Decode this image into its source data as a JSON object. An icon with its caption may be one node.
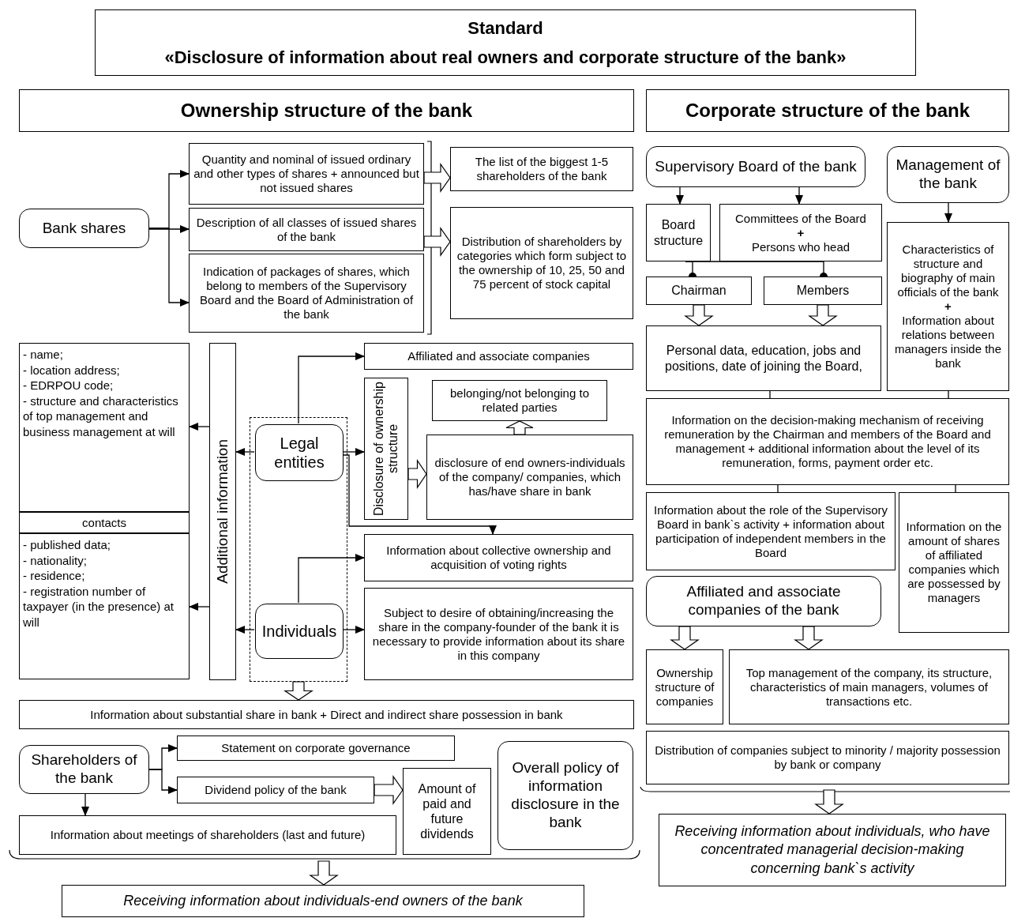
{
  "diagram": {
    "nodes": [
      {
        "text": [
          "Standard",
          "«Disclosure of information about real owners and corporate structure of the bank»"
        ]
      },
      {
        "text": [
          "Ownership structure of the bank"
        ]
      },
      {
        "text": [
          "Corporate structure of the bank"
        ]
      },
      {
        "text": [
          "Bank shares"
        ]
      },
      {
        "text": [
          "Quantity and nominal of issued ordinary and other types of shares + announced but not issued shares"
        ]
      },
      {
        "text": [
          "Description of all classes of issued shares of the bank"
        ]
      },
      {
        "text": [
          "Indication of packages of shares, which belong to members of the Supervisory Board and the Board of Administration of the bank"
        ]
      },
      {
        "text": [
          "The list of the biggest 1-5 shareholders of the bank"
        ]
      },
      {
        "text": [
          "Distribution of shareholders by categories which form subject to the ownership of 10, 25, 50 and 75 percent of stock capital"
        ]
      },
      {
        "text": [
          "- name;",
          "- location address;",
          "- EDRPOU code;",
          "- structure and characteristics of top management and business management at will"
        ]
      },
      {
        "text": [
          "contacts"
        ]
      },
      {
        "text": [
          "- published data;",
          "- nationality;",
          "- residence;",
          "- registration number of taxpayer (in the presence) at will"
        ]
      },
      {
        "text": [
          "Additional information"
        ]
      },
      {
        "text": [],
        "shape": "box"
      },
      {
        "text": [
          "Legal entities"
        ],
        "in": 13
      },
      {
        "text": [
          "Individuals"
        ],
        "in": 13
      },
      {
        "text": [
          "Affiliated and associate companies"
        ]
      },
      {
        "text": [
          "Disclosure of ownership structure"
        ]
      },
      {
        "text": [
          "belonging/not belonging to related parties"
        ]
      },
      {
        "text": [
          "disclosure of end owners-individuals of the company/ companies, which has/have share in bank"
        ]
      },
      {
        "text": [
          "Information about collective ownership and acquisition of voting rights"
        ]
      },
      {
        "text": [
          "Subject to desire of obtaining/increasing the share in the company-founder of the bank it is necessary to provide information about its share in this company"
        ]
      },
      {
        "text": [
          "Information about substantial share in bank + Direct and indirect share possession in bank"
        ]
      },
      {
        "text": [
          "Shareholders of the bank"
        ]
      },
      {
        "text": [
          "Statement on corporate governance"
        ]
      },
      {
        "text": [
          "Dividend policy of the bank"
        ]
      },
      {
        "text": [
          "Amount of paid and future dividends"
        ]
      },
      {
        "text": [
          "Overall policy of information disclosure in the bank"
        ]
      },
      {
        "text": [
          "Information about meetings of shareholders (last and future)"
        ]
      },
      {
        "text": [
          "Receiving information about individuals-end owners of the bank"
        ]
      },
      {
        "text": [
          "Supervisory Board of the bank"
        ]
      },
      {
        "text": [
          "Management of the bank"
        ]
      },
      {
        "text": [
          "Board structure"
        ]
      },
      {
        "text": [
          "Committees of the Board",
          "+",
          "Persons who head"
        ]
      },
      {
        "text": [
          "Chairman"
        ]
      },
      {
        "text": [
          "Members"
        ]
      },
      {
        "text": [
          "Personal data, education, jobs and positions, date of joining the Board,"
        ]
      },
      {
        "text": [
          "Characteristics of structure and biography of main officials of the bank",
          "+",
          "Information about relations between managers inside the bank"
        ]
      },
      {
        "text": [
          "Information on the decision-making mechanism of receiving remuneration by the Chairman and members of the Board and management + additional information about the level of its remuneration, forms, payment order etc."
        ]
      },
      {
        "text": [
          "Information about the role of the Supervisory Board in bank`s activity + information about participation of independent members in the Board"
        ]
      },
      {
        "text": [
          "Information on the amount of shares of affiliated companies which are possessed by managers"
        ]
      },
      {
        "text": [
          "Affiliated and associate companies of the bank"
        ]
      },
      {
        "text": [
          "Ownership structure of companies"
        ]
      },
      {
        "text": [
          "Top management of the company, its structure, characteristics of main managers, volumes of transactions etc."
        ]
      },
      {
        "text": [
          "Distribution of companies subject to minority / majority possession by bank or company"
        ]
      },
      {
        "text": [
          "Receiving information about individuals, who have concentrated managerial decision-making concerning bank`s activity"
        ]
      }
    ],
    "edges": [
      {
        "from": 3,
        "to": 4,
        "arrow": "to"
      },
      {
        "from": 3,
        "to": 5,
        "arrow": "to"
      },
      {
        "from": 3,
        "to": 6,
        "arrow": "to"
      },
      {
        "from": 4,
        "to": 7,
        "arrow": "to",
        "style": "thick"
      },
      {
        "from": 5,
        "to": 8,
        "arrow": "to",
        "style": "thick"
      },
      {
        "from": 14,
        "to": 12,
        "arrow": "to"
      },
      {
        "from": 14,
        "to": 16,
        "arrow": "to"
      },
      {
        "from": 14,
        "to": 17,
        "arrow": "to"
      },
      {
        "from": 14,
        "to": 20,
        "arrow": "to"
      },
      {
        "from": 15,
        "to": 12,
        "arrow": "to"
      },
      {
        "from": 15,
        "to": 20,
        "arrow": "to"
      },
      {
        "from": 15,
        "to": 21,
        "arrow": "to"
      },
      {
        "from": 17,
        "to": 19,
        "arrow": "to",
        "style": "thick"
      },
      {
        "from": 19,
        "to": 18,
        "arrow": "to",
        "style": "thick"
      },
      {
        "from": 12,
        "to": 9,
        "arrow": "to"
      },
      {
        "from": 12,
        "to": 11,
        "arrow": "to"
      },
      {
        "from": 13,
        "to": 22,
        "arrow": "to",
        "style": "thick"
      },
      {
        "from": 23,
        "to": 24,
        "arrow": "to"
      },
      {
        "from": 23,
        "to": 25,
        "arrow": "to"
      },
      {
        "from": 23,
        "to": 28,
        "arrow": "to"
      },
      {
        "from": 25,
        "to": 26,
        "arrow": "to",
        "style": "thick"
      },
      {
        "from": null,
        "to": 29,
        "arrow": "to",
        "style": "thick"
      },
      {
        "from": 30,
        "to": 32,
        "arrow": "to"
      },
      {
        "from": 30,
        "to": 33,
        "arrow": "to"
      },
      {
        "from": 32,
        "to": 34,
        "arrow": "other"
      },
      {
        "from": 32,
        "to": 35,
        "arrow": "other"
      },
      {
        "from": 34,
        "to": 36,
        "arrow": "to",
        "style": "thick"
      },
      {
        "from": 35,
        "to": 36,
        "arrow": "to",
        "style": "thick"
      },
      {
        "from": 31,
        "to": 37,
        "arrow": "to"
      },
      {
        "from": 36,
        "to": 38,
        "arrow": "none"
      },
      {
        "from": 37,
        "to": 38,
        "arrow": "none"
      },
      {
        "from": 38,
        "to": 39,
        "arrow": "none"
      },
      {
        "from": 38,
        "to": 40,
        "arrow": "none"
      },
      {
        "from": 41,
        "to": 42,
        "arrow": "to",
        "style": "thick"
      },
      {
        "from": 41,
        "to": 43,
        "arrow": "to",
        "style": "thick"
      },
      {
        "from": null,
        "to": 45,
        "arrow": "to",
        "style": "thick"
      }
    ]
  }
}
